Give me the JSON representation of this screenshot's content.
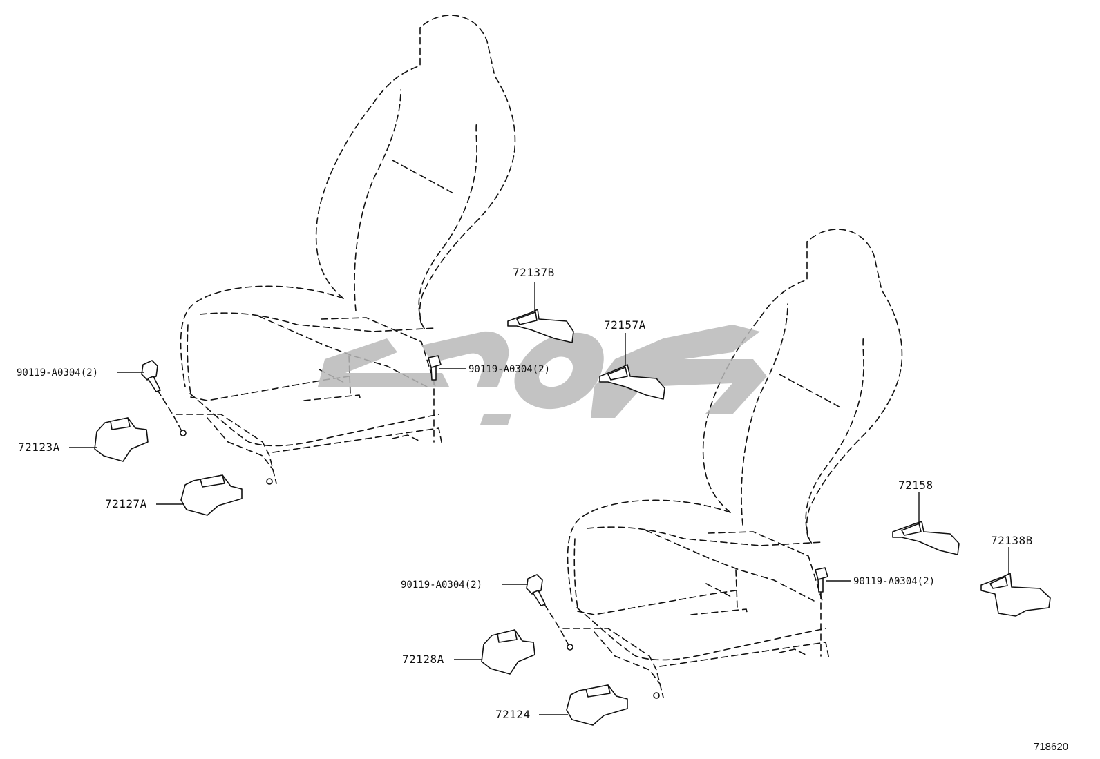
{
  "diagram": {
    "id": "718620",
    "parts": [
      {
        "label": "72137B"
      },
      {
        "label": "72157A"
      },
      {
        "label": "90119-A0304(2)"
      },
      {
        "label": "90119-A0304(2)"
      },
      {
        "label": "72123A"
      },
      {
        "label": "72127A"
      },
      {
        "label": "72158"
      },
      {
        "label": "72138B"
      },
      {
        "label": "90119-A0304(2)"
      },
      {
        "label": "90119-A0304(2)"
      },
      {
        "label": "72128A"
      },
      {
        "label": "72124"
      }
    ]
  },
  "watermark": {
    "color": "#b9b9b9"
  }
}
